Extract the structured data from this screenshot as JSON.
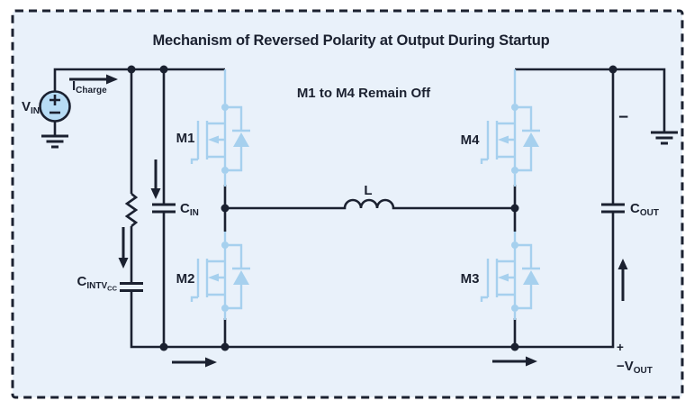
{
  "diagram": {
    "title": "Mechanism of Reversed Polarity at Output During Startup",
    "note": "M1 to M4 Remain Off",
    "source": {
      "label": "V",
      "label_sub": "IN"
    },
    "current": {
      "label": "I",
      "label_sub": "Charge"
    },
    "transistors": {
      "m1": "M1",
      "m2": "M2",
      "m3": "M3",
      "m4": "M4"
    },
    "inductor_label": "L",
    "capacitors": {
      "cin": {
        "label": "C",
        "sub": "IN"
      },
      "cintvcc": {
        "label": "C",
        "sub": "INTV",
        "subsub": "CC"
      },
      "cout": {
        "label": "C",
        "sub": "OUT"
      }
    },
    "output": {
      "minus": "−",
      "plus": "+",
      "v_label": "−V",
      "v_sub": "OUT"
    },
    "colors": {
      "page_bg": "#ffffff",
      "panel_fill": "#e9f1fa",
      "line": "#1b2130",
      "mosfet_blue": "#a6d0ee",
      "source_fill": "#b7dcf5"
    }
  }
}
